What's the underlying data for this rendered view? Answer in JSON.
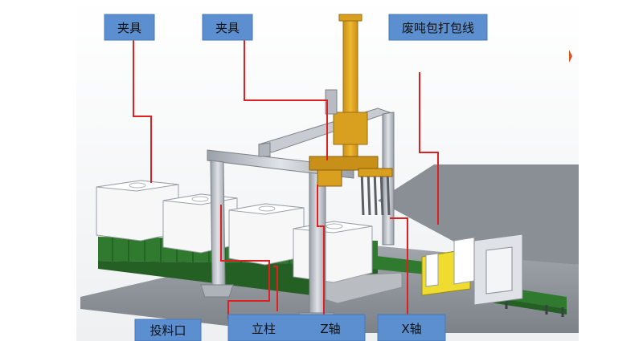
{
  "labels": {
    "clamp_left": "夹具",
    "clamp_right": "夹具",
    "packing_line": "废吨包打包线",
    "feed_port": "投料口",
    "column": "立柱",
    "z_axis": "Z轴",
    "x_axis": "X轴"
  },
  "colors": {
    "label_bg": "#5b8fcf",
    "leader_line": "#e02020",
    "gantry_yellow": "#e6a820",
    "frame_gray": "#c8ccd2",
    "conveyor_green": "#3a8a3a",
    "floor": "#8d9299",
    "bag_white": "#f7f7f7"
  }
}
